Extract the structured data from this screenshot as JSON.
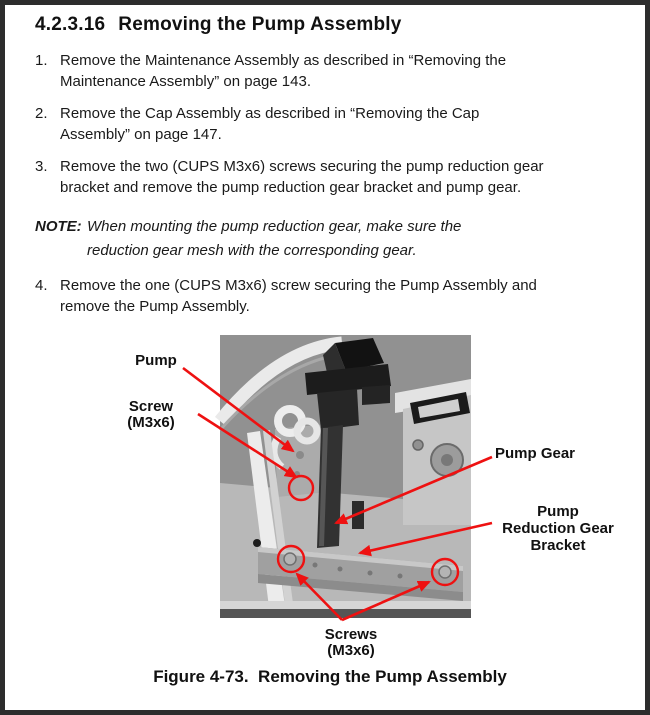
{
  "page": {
    "title": {
      "number": "4.2.3.16",
      "text": "Removing the Pump Assembly"
    },
    "steps": [
      {
        "num": "1.",
        "lines": [
          "Remove the Maintenance Assembly as described in “Removing the",
          "Maintenance Assembly” on page 143."
        ]
      },
      {
        "num": "2.",
        "lines": [
          "Remove the Cap Assembly as described in “Removing the Cap",
          "Assembly” on page 147."
        ]
      },
      {
        "num": "3.",
        "lines": [
          "Remove the two (CUPS M3x6) screws securing the pump reduction gear",
          "bracket and remove the pump reduction gear bracket and pump gear."
        ]
      },
      {
        "num": "4.",
        "lines": [
          "Remove the one (CUPS M3x6) screw securing the Pump Assembly and",
          "remove the Pump Assembly."
        ]
      }
    ],
    "note": {
      "label": "NOTE:",
      "lines": [
        "When mounting the pump reduction gear, make sure the",
        "reduction gear mesh with the corresponding gear."
      ]
    },
    "figure": {
      "labels": {
        "pump": "Pump",
        "screw_line1": "Screw",
        "screw_line2": "(M3x6)",
        "pump_gear": "Pump Gear",
        "bracket_line1": "Pump",
        "bracket_line2": "Reduction Gear",
        "bracket_line3": "Bracket",
        "screws_line1": "Screws",
        "screws_line2": "(M3x6)"
      },
      "caption": "Figure 4-73.  Removing the Pump Assembly",
      "annotation_color": "#ee1111"
    }
  }
}
